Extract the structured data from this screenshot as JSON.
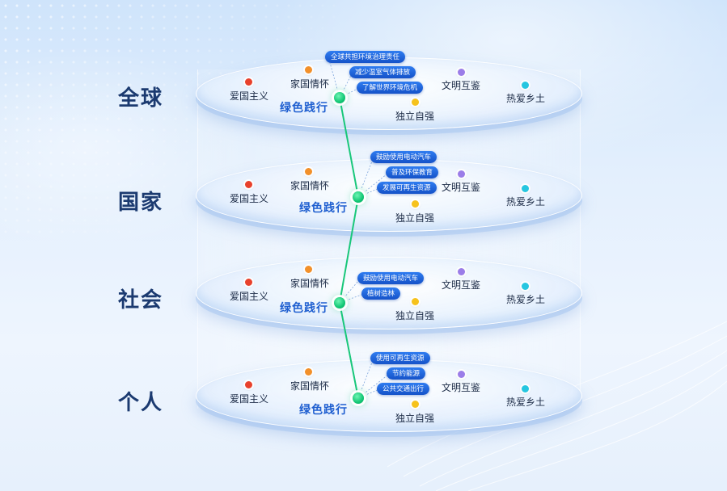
{
  "levels": [
    {
      "label": "全球",
      "center": "绿色践行",
      "tags": [
        "全球共担环境治理责任",
        "减少温室气体排放",
        "了解世界环境危机"
      ]
    },
    {
      "label": "国家",
      "center": "绿色践行",
      "tags": [
        "鼓励使用电动汽车",
        "普及环保教育",
        "发展可再生资源"
      ]
    },
    {
      "label": "社会",
      "center": "绿色践行",
      "tags": [
        "鼓励使用电动汽车",
        "植树造林"
      ]
    },
    {
      "label": "个人",
      "center": "绿色践行",
      "tags": [
        "使用可再生资源",
        "节约能源",
        "公共交通出行"
      ]
    }
  ],
  "values": {
    "patriotism": "爱国主义",
    "family_country": "家国情怀",
    "independence": "独立自强",
    "civilization": "文明互鉴",
    "hometown": "热爱乡土"
  },
  "colors": {
    "patriotism": "#e8412c",
    "family_country": "#f2902a",
    "independence": "#f6c21c",
    "civilization": "#9b7de8",
    "hometown": "#26c6e0",
    "path": "#19c77a",
    "tag": "#1f63d8"
  }
}
